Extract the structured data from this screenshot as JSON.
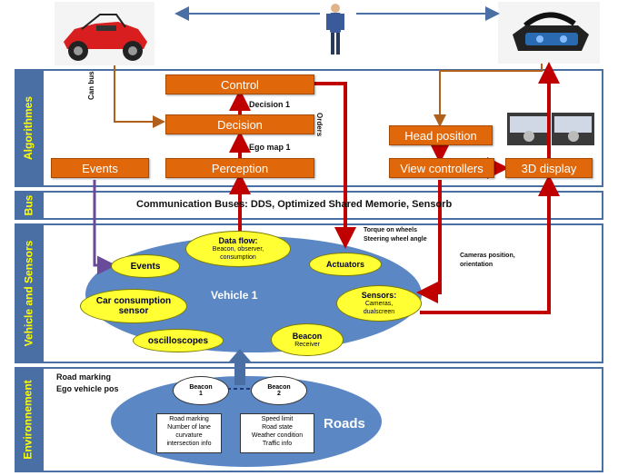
{
  "lanes": {
    "algorithmes": "Algorithmes",
    "bus": "Bus",
    "vehicle_sensors": "Vehicle and Sensors",
    "environment": "Environnement"
  },
  "algorithms": {
    "control": "Control",
    "decision": "Decision",
    "perception": "Perception",
    "events": "Events",
    "head_position": "Head position",
    "view_controllers": "View controllers",
    "display_3d": "3D display",
    "decision_1": "Decision 1",
    "ego_map_1": "Ego map 1",
    "can_bus": "Can bus",
    "orders": "Orders"
  },
  "bus": {
    "text": "Communication Buses: DDS, Optimized Shared Memorie, Sensorb"
  },
  "vehicle": {
    "center": "Vehicle 1",
    "data_flow_title": "Data flow:",
    "data_flow_sub": "Beacon, observer, consumption",
    "events": "Events",
    "actuators": "Actuators",
    "car_consumption": "Car consumption sensor",
    "sensors_title": "Sensors:",
    "sensors_sub": "Cameras, dualscreen",
    "oscilloscopes": "oscilloscopes",
    "beacon_title": "Beacon",
    "beacon_sub": "Receiver",
    "torque": "Torque on wheels",
    "steering": "Steering wheel angle",
    "cameras_position": "Cameras position,",
    "orientation": "orientation"
  },
  "environment": {
    "road_marking": "Road marking",
    "ego_vehicle_pos": "Ego vehicle pos",
    "beacon1_title": "Beacon",
    "beacon1_num": "1",
    "beacon2_title": "Beacon",
    "beacon2_num": "2",
    "roads": "Roads",
    "left_box": [
      "Road marking",
      "Number of lane",
      "curvature",
      "intersection info"
    ],
    "right_box": [
      "Speed limit",
      "Road state",
      "Weather condition",
      "Traffic info"
    ]
  },
  "colors": {
    "lane": "#4a6fa5",
    "orange": "#e0680a",
    "yellow": "#ffff33",
    "ellipse": "#5b87c5",
    "red_arrow": "#c00000",
    "purple_arrow": "#6a4a9a",
    "brown_arrow": "#b0601a"
  }
}
